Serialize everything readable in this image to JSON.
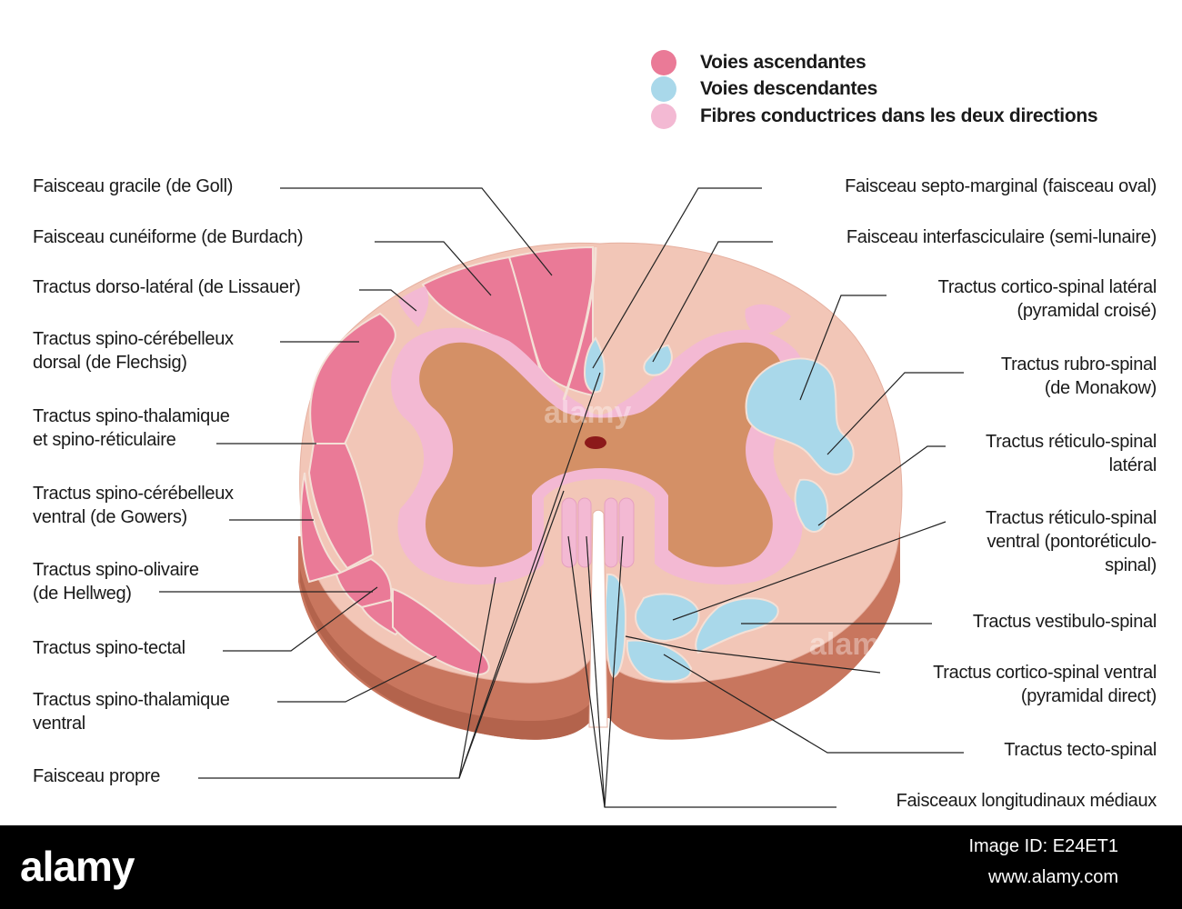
{
  "legend": [
    {
      "label": "Voies ascendantes",
      "color": "#ea7a97"
    },
    {
      "label": "Voies descendantes",
      "color": "#a9d8ea"
    },
    {
      "label": "Fibres conductrices dans les deux directions",
      "color": "#f3b9d3"
    }
  ],
  "colors": {
    "ascending": "#ea7a97",
    "descending": "#a9d8ea",
    "both": "#f3b9d3",
    "white_matter": "#f2c6b7",
    "grey_matter": "#d49066",
    "cut_face": "#c8765e",
    "canal": "#8c1a1a"
  },
  "left_labels": {
    "gracile": "Faisceau gracile (de Goll)",
    "cuneiforme": "Faisceau cunéiforme (de Burdach)",
    "lissauer": "Tractus dorso-latéral (de Lissauer)",
    "spinocereb_dorsal_1": "Tractus spino-cérébelleux",
    "spinocereb_dorsal_2": "dorsal (de Flechsig)",
    "spinothal_1": "Tractus spino-thalamique",
    "spinothal_2": "et spino-réticulaire",
    "spinocereb_ventral_1": "Tractus spino-cérébelleux",
    "spinocereb_ventral_2": "ventral (de Gowers)",
    "spinoolivaire_1": "Tractus spino-olivaire",
    "spinoolivaire_2": "(de Hellweg)",
    "spinotectal": "Tractus spino-tectal",
    "spinothal_ventral_1": "Tractus spino-thalamique",
    "spinothal_ventral_2": "ventral",
    "propre": "Faisceau propre"
  },
  "right_labels": {
    "septomarginal": "Faisceau septo-marginal (faisceau oval)",
    "interfasciculaire": "Faisceau interfasciculaire (semi-lunaire)",
    "corticospinal_lat_1": "Tractus cortico-spinal latéral",
    "corticospinal_lat_2": "(pyramidal croisé)",
    "rubrospinal_1": "Tractus rubro-spinal",
    "rubrospinal_2": "(de Monakow)",
    "reticulo_lat_1": "Tractus réticulo-spinal",
    "reticulo_lat_2": "latéral",
    "reticulo_ventral_1": "Tractus réticulo-spinal",
    "reticulo_ventral_2": "ventral (pontoréticulo-",
    "reticulo_ventral_3": "spinal)",
    "vestibulospinal": "Tractus vestibulo-spinal",
    "corticospinal_ventral_1": "Tractus cortico-spinal ventral",
    "corticospinal_ventral_2": "(pyramidal direct)",
    "tectospinal": "Tractus tecto-spinal",
    "longitudinaux": "Faisceaux longitudinaux médiaux"
  },
  "footer": {
    "logo": "alamy",
    "image_id": "Image ID: E24ET1",
    "url": "www.alamy.com"
  }
}
